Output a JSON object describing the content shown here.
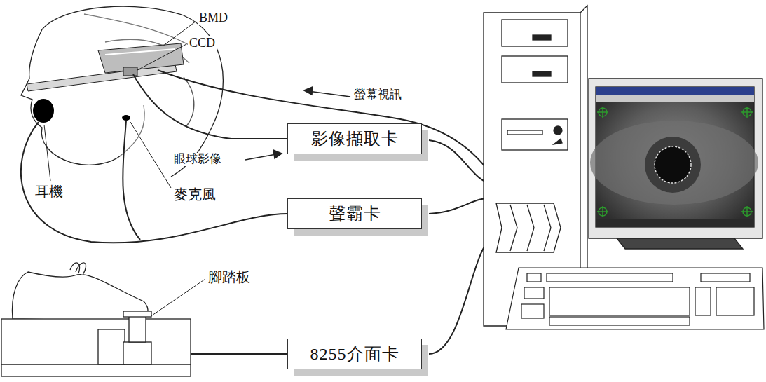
{
  "diagram": {
    "nodes": [
      {
        "text": [
          "影像擷取卡"
        ]
      },
      {
        "text": [
          "聲霸卡"
        ]
      },
      {
        "text": [
          "8255介面卡"
        ]
      }
    ],
    "labels": [
      "BMD",
      "CCD",
      "螢幕視訊",
      "眼球影像",
      "耳機",
      "麥克風",
      "腳踏板"
    ]
  }
}
